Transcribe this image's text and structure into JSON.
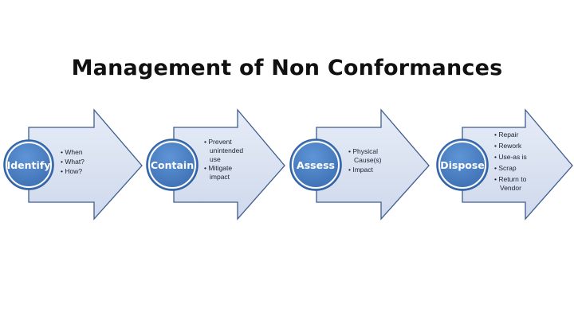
{
  "title": "Management of Non Conformances",
  "colors": {
    "arrow_fill": "#dbe3f1",
    "arrow_stroke": "#3e5c8e",
    "circle_fill": "#4a7fc1",
    "circle_stroke": "#ffffff",
    "circle_ring": "#2f5d9e"
  },
  "steps": [
    {
      "label": "Identify",
      "bullets": [
        "When",
        "What?",
        "How?"
      ]
    },
    {
      "label": "Contain",
      "bullets": [
        "Prevent",
        "unintended",
        "use",
        "Mitigate",
        "impact"
      ]
    },
    {
      "label": "Assess",
      "bullets": [
        "Physical",
        "Cause(s)",
        "Impact"
      ]
    },
    {
      "label": "Dispose",
      "bullets": [
        "Repair",
        "Rework",
        "Use-as is",
        "Scrap",
        "Return to",
        "Vendor"
      ]
    }
  ]
}
